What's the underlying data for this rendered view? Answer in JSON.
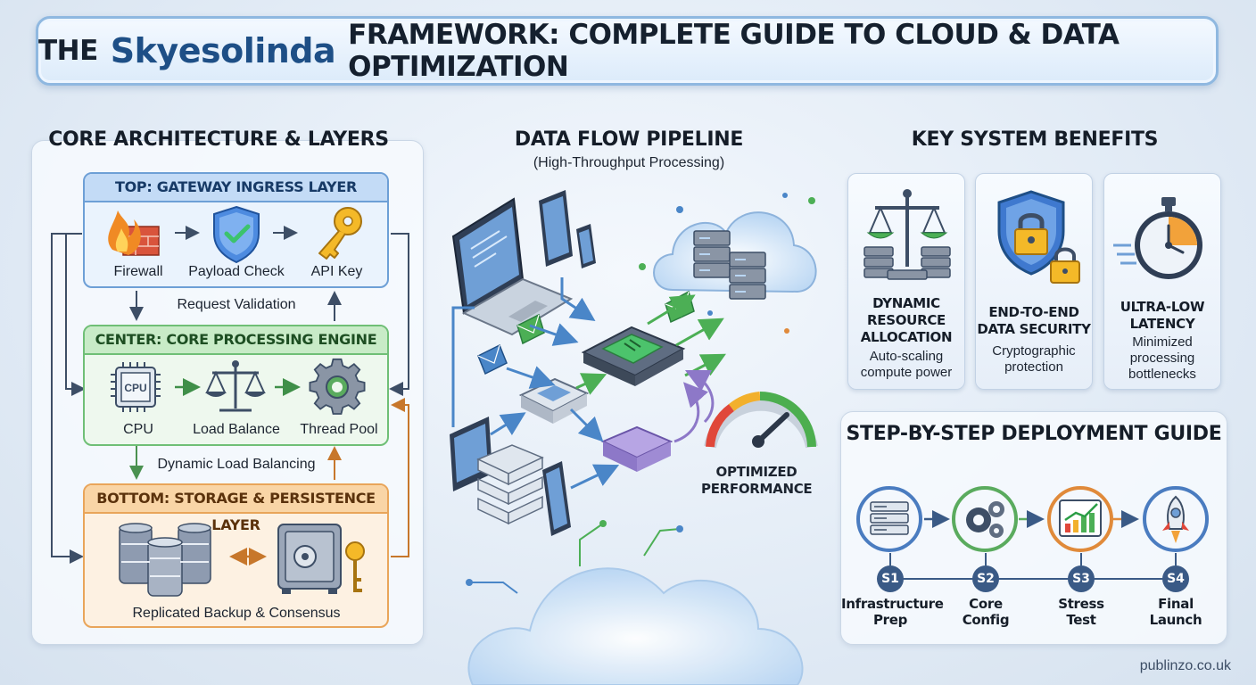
{
  "title": {
    "prefix": "THE",
    "brand": "Skyesolinda",
    "suffix": "FRAMEWORK: COMPLETE GUIDE TO CLOUD & DATA OPTIMIZATION"
  },
  "architecture": {
    "heading": "CORE ARCHITECTURE & LAYERS",
    "top_layer": {
      "title": "TOP: GATEWAY INGRESS LAYER",
      "items": [
        "Firewall",
        "Payload Check",
        "API Key"
      ],
      "icons": [
        "firewall-icon",
        "shield-check-icon",
        "key-icon"
      ]
    },
    "top_caption": "Request Validation",
    "center_layer": {
      "title": "CENTER: CORE PROCESSING ENGINE",
      "items": [
        "CPU",
        "Load Balance",
        "Thread Pool"
      ],
      "cpu_chip_text": "CPU",
      "icons": [
        "cpu-icon",
        "scales-icon",
        "gear-icon"
      ]
    },
    "center_caption": "Dynamic Load Balancing",
    "bottom_layer": {
      "title": "BOTTOM: STORAGE & PERSISTENCE LAYER",
      "caption": "Replicated Backup & Consensus",
      "icons": [
        "database-icon",
        "safe-icon",
        "key-icon"
      ]
    }
  },
  "pipeline": {
    "heading": "DATA FLOW PIPELINE",
    "subheading": "(High-Throughput Processing)",
    "gauge_label_line1": "OPTIMIZED",
    "gauge_label_line2": "PERFORMANCE"
  },
  "benefits": {
    "heading": "KEY SYSTEM BENEFITS",
    "cards": [
      {
        "title_lines": [
          "DYNAMIC",
          "RESOURCE",
          "ALLOCATION"
        ],
        "text_lines": [
          "Auto-scaling",
          "compute power"
        ],
        "icon": "scales-servers-icon"
      },
      {
        "title_lines": [
          "END-TO-END",
          "DATA SECURITY"
        ],
        "text_lines": [
          "Cryptographic",
          "protection"
        ],
        "icon": "padlock-shield-icon"
      },
      {
        "title_lines": [
          "ULTRA-LOW",
          "LATENCY"
        ],
        "text_lines": [
          "Minimized",
          "processing",
          "bottlenecks"
        ],
        "icon": "stopwatch-icon"
      }
    ]
  },
  "deployment": {
    "heading": "STEP-BY-STEP DEPLOYMENT GUIDE",
    "steps": [
      {
        "badge": "S1",
        "label_lines": [
          "Infrastructure",
          "Prep"
        ],
        "icon": "server-rack-icon",
        "color": "#4a7cc0"
      },
      {
        "badge": "S2",
        "label_lines": [
          "Core",
          "Config"
        ],
        "icon": "gears-icon",
        "color": "#5aab5e"
      },
      {
        "badge": "S3",
        "label_lines": [
          "Stress",
          "Test"
        ],
        "icon": "growth-chart-icon",
        "color": "#e08a3a"
      },
      {
        "badge": "S4",
        "label_lines": [
          "Final",
          "Launch"
        ],
        "icon": "rocket-icon",
        "color": "#4a7cc0"
      }
    ]
  },
  "footer": {
    "credit": "publinzo.co.uk"
  },
  "colors": {
    "blue": "#6d9fd6",
    "green": "#6fbf76",
    "orange": "#e9a55a",
    "dark": "#3a5a86"
  }
}
